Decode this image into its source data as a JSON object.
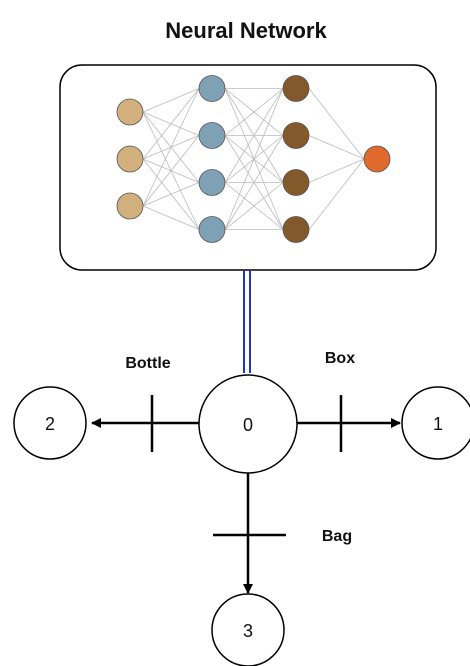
{
  "diagram": {
    "title": "Neural Network",
    "neural_net": {
      "layers": [
        {
          "size": 3,
          "color": "#D2B07E"
        },
        {
          "size": 4,
          "color": "#7FA1B5"
        },
        {
          "size": 4,
          "color": "#83592C"
        },
        {
          "size": 1,
          "color": "#E06A2E"
        }
      ],
      "edge_color": "#BBBBBB",
      "link_color": "#2233CC"
    },
    "states": {
      "center": "0",
      "right": "1",
      "left": "2",
      "bottom": "3"
    },
    "transitions": {
      "left": "Bottle",
      "right": "Box",
      "down": "Bag"
    }
  }
}
